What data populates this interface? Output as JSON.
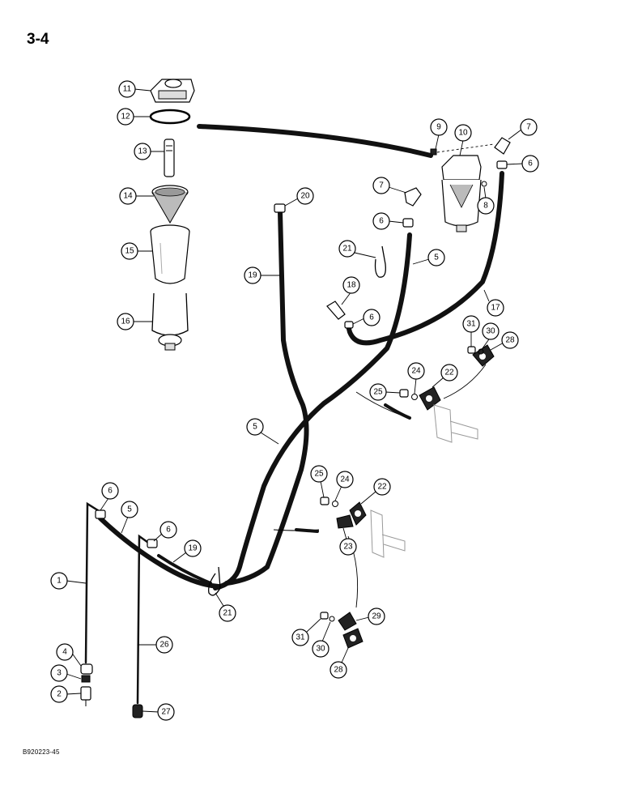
{
  "page_number": "3-4",
  "doc_code": "B920223-45",
  "callouts": [
    {
      "label": "1"
    },
    {
      "label": "2"
    },
    {
      "label": "3"
    },
    {
      "label": "4"
    },
    {
      "label": "5"
    },
    {
      "label": "5"
    },
    {
      "label": "5"
    },
    {
      "label": "6"
    },
    {
      "label": "6"
    },
    {
      "label": "6"
    },
    {
      "label": "6"
    },
    {
      "label": "6"
    },
    {
      "label": "7"
    },
    {
      "label": "7"
    },
    {
      "label": "8"
    },
    {
      "label": "9"
    },
    {
      "label": "10"
    },
    {
      "label": "11"
    },
    {
      "label": "12"
    },
    {
      "label": "13"
    },
    {
      "label": "14"
    },
    {
      "label": "15"
    },
    {
      "label": "16"
    },
    {
      "label": "17"
    },
    {
      "label": "18"
    },
    {
      "label": "19"
    },
    {
      "label": "19"
    },
    {
      "label": "20"
    },
    {
      "label": "21"
    },
    {
      "label": "21"
    },
    {
      "label": "22"
    },
    {
      "label": "22"
    },
    {
      "label": "23"
    },
    {
      "label": "24"
    },
    {
      "label": "24"
    },
    {
      "label": "25"
    },
    {
      "label": "25"
    },
    {
      "label": "26"
    },
    {
      "label": "27"
    },
    {
      "label": "28"
    },
    {
      "label": "28"
    },
    {
      "label": "29"
    },
    {
      "label": "30"
    },
    {
      "label": "30"
    },
    {
      "label": "31"
    },
    {
      "label": "31"
    }
  ]
}
